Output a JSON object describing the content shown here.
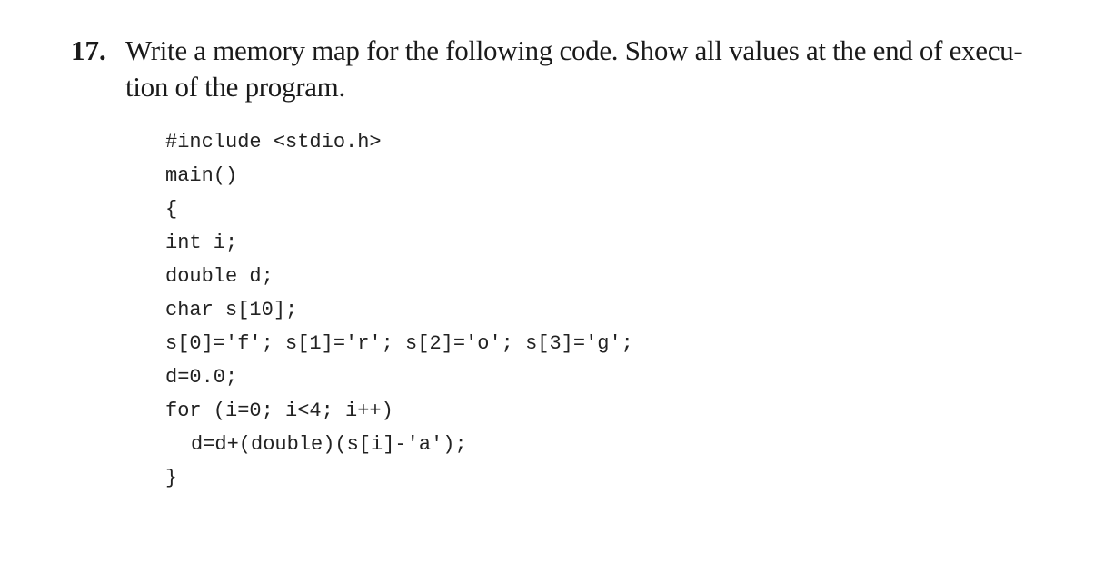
{
  "question": {
    "number": "17.",
    "text_lines": [
      "Write a memory map for the following code. Show all values at the end of execu-",
      "tion of the program."
    ]
  },
  "code": {
    "lines": [
      "#include <stdio.h>",
      "main()",
      "{",
      "int i;",
      "double d;",
      "char s[10];",
      "s[0]='f'; s[1]='r'; s[2]='o'; s[3]='g';",
      "d=0.0;",
      "for (i=0; i<4; i++)",
      "d=d+(double)(s[i]-'a');",
      "}"
    ]
  }
}
